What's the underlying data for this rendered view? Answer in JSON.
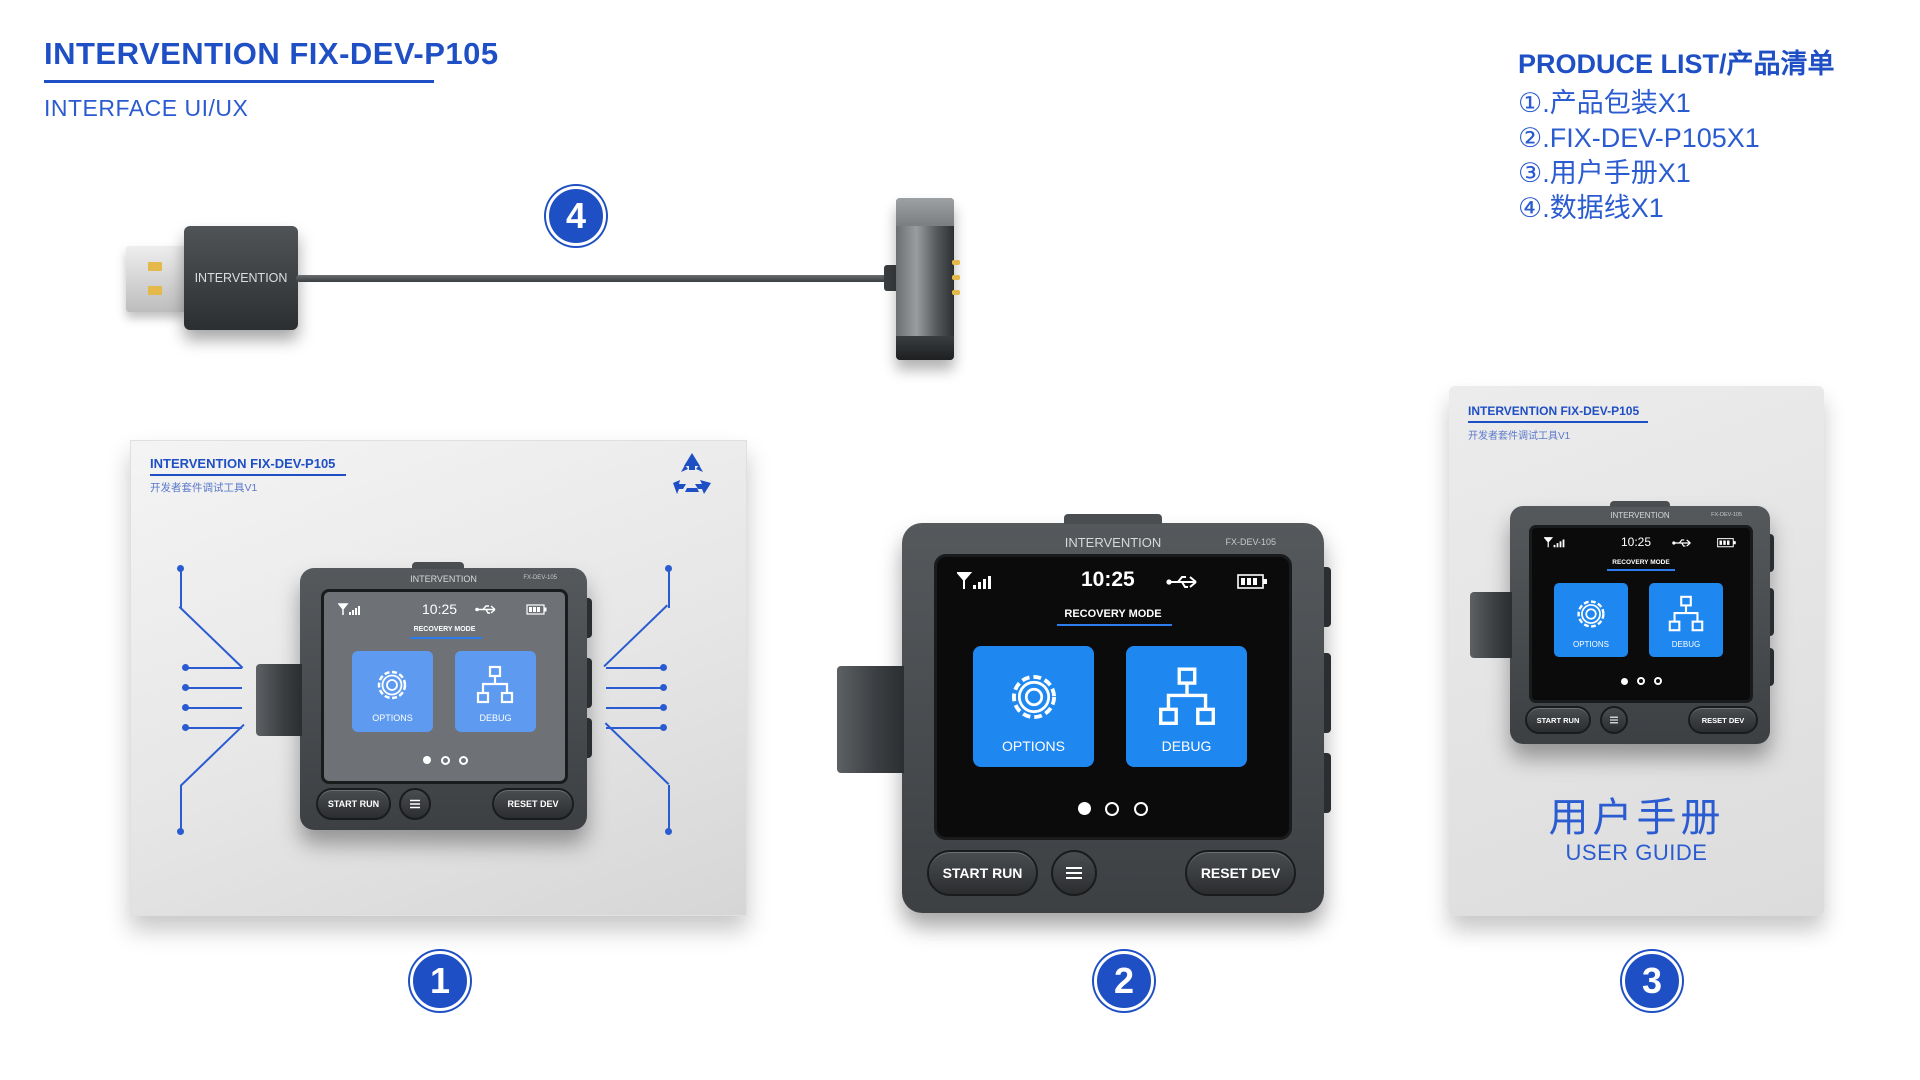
{
  "header": {
    "title": "INTERVENTION FIX-DEV-P105",
    "subtitle": "INTERFACE UI/UX"
  },
  "product_list": {
    "title": "PRODUCE LIST/产品清单",
    "items": [
      "①.产品包装X1",
      "②.FIX-DEV-P105X1",
      "③.用户手册X1",
      "④.数据线X1"
    ]
  },
  "badges": {
    "box": "1",
    "device": "2",
    "manual": "3",
    "cable": "4"
  },
  "cable": {
    "brand": "INTERVENTION"
  },
  "card": {
    "brand": "INTERVENTION FIX-DEV-P105",
    "sub": "开发者套件调试工具V1"
  },
  "device": {
    "brand": "INTERVENTION",
    "model": "FX-DEV-105",
    "time": "10:25",
    "mode": "RECOVERY MODE",
    "tile_options": "OPTIONS",
    "tile_debug": "DEBUG",
    "btn_start": "START RUN",
    "btn_reset": "RESET DEV"
  },
  "manual": {
    "title": "用户手册",
    "subtitle": "USER GUIDE"
  },
  "colors": {
    "accent": "#1f4fc4",
    "tile": "#1f87f0",
    "device_body": "#45494c"
  },
  "icons": [
    "signal-icon",
    "usb-icon",
    "battery-icon",
    "gear-icon",
    "network-icon",
    "menu-icon",
    "recycle-icon"
  ]
}
